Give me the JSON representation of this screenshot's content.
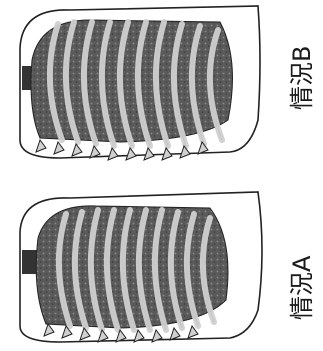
{
  "figure": {
    "panels": [
      {
        "id": "b",
        "label": "情況B"
      },
      {
        "id": "a",
        "label": "情況A"
      }
    ],
    "colors": {
      "outline": "#222222",
      "rib_fill": "#cfcfcf",
      "lung_fill": "#555555",
      "trachea_fill": "#333333",
      "background": "#ffffff"
    }
  }
}
